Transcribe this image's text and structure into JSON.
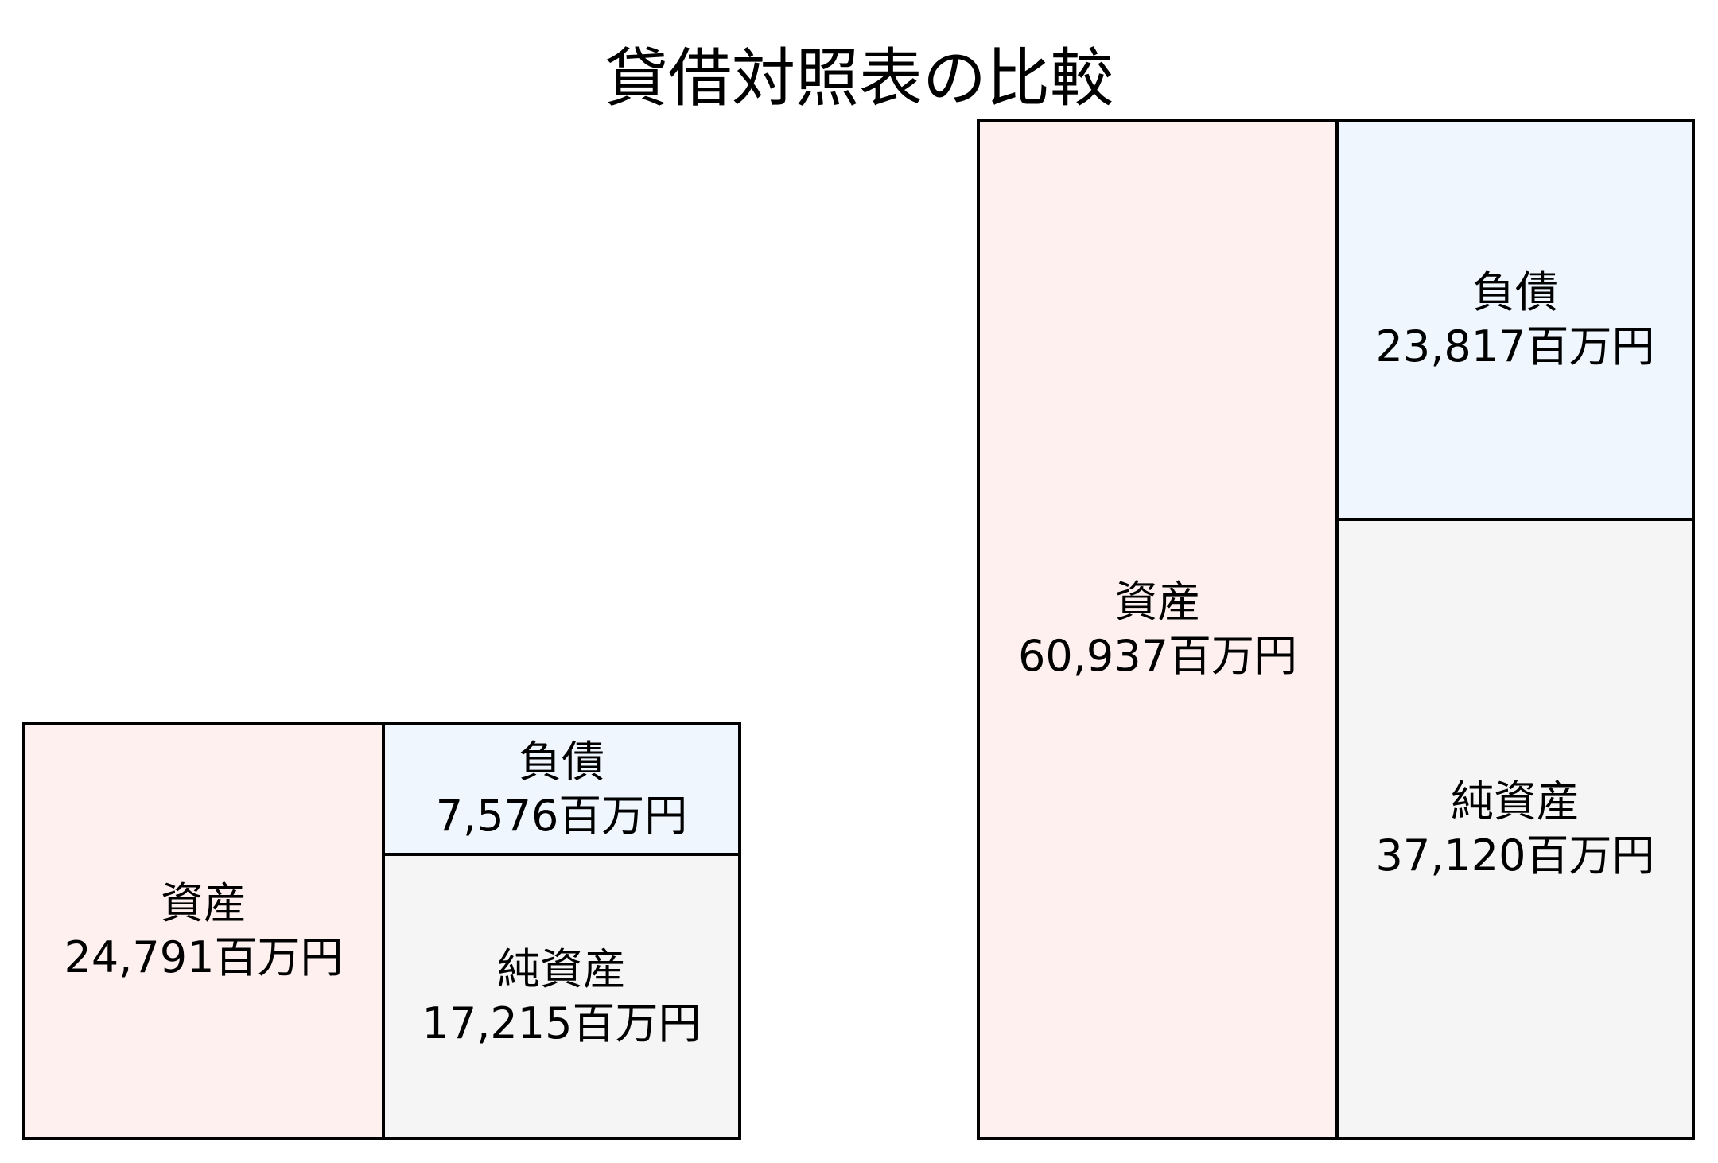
{
  "title": "貸借対照表の比較",
  "colors": {
    "asset": "#FEF0EF",
    "liability": "#EFF6FE",
    "equity": "#F5F5F5",
    "border": "#000000"
  },
  "charts": [
    {
      "asset": {
        "label": "資産",
        "value": "24,791百万円"
      },
      "liability": {
        "label": "負債",
        "value": "7,576百万円"
      },
      "equity": {
        "label": "純資産",
        "value": "17,215百万円"
      }
    },
    {
      "asset": {
        "label": "資産",
        "value": "60,937百万円"
      },
      "liability": {
        "label": "負債",
        "value": "23,817百万円"
      },
      "equity": {
        "label": "純資産",
        "value": "37,120百万円"
      }
    }
  ],
  "chart_data": [
    {
      "type": "table",
      "title": "貸借対照表の比較 (左)",
      "unit": "百万円",
      "categories": [
        "資産",
        "負債",
        "純資産"
      ],
      "values": [
        24791,
        7576,
        17215
      ]
    },
    {
      "type": "table",
      "title": "貸借対照表の比較 (右)",
      "unit": "百万円",
      "categories": [
        "資産",
        "負債",
        "純資産"
      ],
      "values": [
        60937,
        23817,
        37120
      ]
    }
  ]
}
